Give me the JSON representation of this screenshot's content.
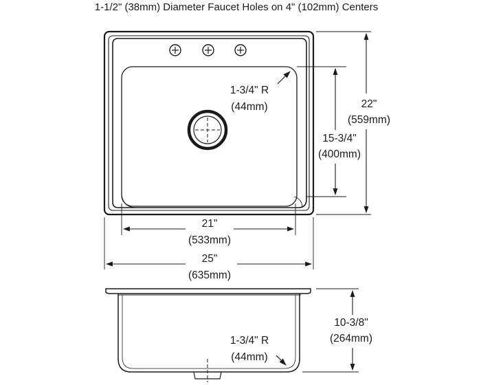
{
  "title": "1-1/2\" (38mm) Diameter Faucet Holes on 4\" (102mm) Centers",
  "top_view": {
    "corner_radius": {
      "imperial": "1-3/4\" R",
      "metric": "(44mm)"
    },
    "overall_depth": {
      "imperial": "22\"",
      "metric": "(559mm)"
    },
    "bowl_depth": {
      "imperial": "15-3/4\"",
      "metric": "(400mm)"
    },
    "bowl_width": {
      "imperial": "21\"",
      "metric": "(533mm)"
    },
    "overall_width": {
      "imperial": "25\"",
      "metric": "(635mm)"
    },
    "faucet_holes": 3
  },
  "side_view": {
    "bowl_height": {
      "imperial": "10-3/8\"",
      "metric": "(264mm)"
    },
    "corner_radius": {
      "imperial": "1-3/4\" R",
      "metric": "(44mm)"
    }
  }
}
